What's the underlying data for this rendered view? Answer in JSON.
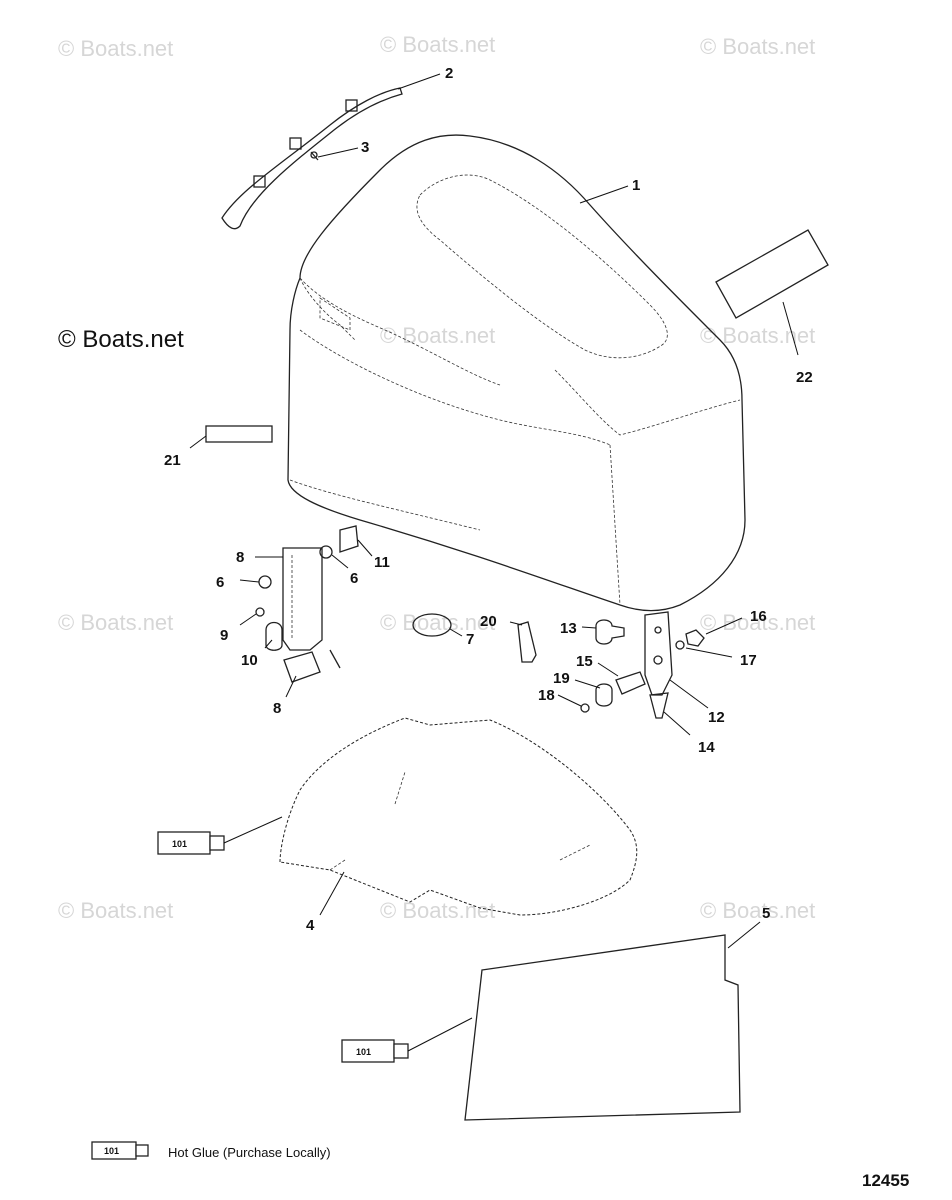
{
  "watermarks": {
    "faint": "© Boats.net",
    "strong": "© Boats.net"
  },
  "callouts": [
    "1",
    "2",
    "3",
    "4",
    "5",
    "6",
    "6",
    "7",
    "8",
    "8",
    "9",
    "10",
    "11",
    "12",
    "13",
    "14",
    "15",
    "16",
    "17",
    "18",
    "19",
    "20",
    "21",
    "22"
  ],
  "glue_tube_label": "101",
  "legend": {
    "code": "101",
    "text": "Hot Glue (Purchase Locally)"
  },
  "figure_number": "12455",
  "colors": {
    "line": "#222222",
    "watermark": "#d6d6d6"
  }
}
